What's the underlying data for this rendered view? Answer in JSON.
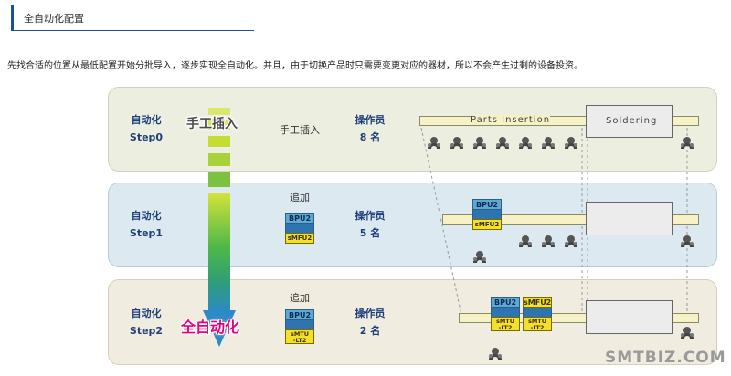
{
  "header": {
    "title": "全自动化配置"
  },
  "description": "先找合适的位置从最低配置开始分批导入，逐步实现全自动化。并且，由于切换产品时只需要变更对应的器材，所以不会产生过剩的设备投资。",
  "arrow": {
    "top_label": "手工插入",
    "bottom_label": "全自动化",
    "colors": {
      "start": "#c7dc1e",
      "mid": "#3daa3c",
      "end": "#2d89c8",
      "accent_text": "#e6007e"
    }
  },
  "steps": [
    {
      "step_label": [
        "自动化",
        "Step0"
      ],
      "method": "手工插入",
      "operators": [
        "操作员",
        "8 名"
      ],
      "line": {
        "parts_label": "Parts Insertion",
        "machine_label": "Soldering"
      }
    },
    {
      "step_label": [
        "自动化",
        "Step1"
      ],
      "add_label": "追加",
      "operators": [
        "操作员",
        "5 名"
      ],
      "module": {
        "top": "BPU2",
        "bottom": "sMFU2"
      }
    },
    {
      "step_label": [
        "自动化",
        "Step2"
      ],
      "add_label": "追加",
      "operators": [
        "操作员",
        "2 名"
      ],
      "module": {
        "top": "BPU2",
        "bottom": [
          "sMTU",
          "-LT2"
        ]
      },
      "line_modules": [
        {
          "top": "BPU2",
          "bottom": [
            "sMTU",
            "-LT2"
          ]
        },
        {
          "top": "sMFU2",
          "bottom": [
            "sMTU",
            "-LT2"
          ]
        }
      ]
    }
  ],
  "watermark": "SMTBIZ.COM",
  "icons": {
    "operator": "operator-head-icon"
  }
}
